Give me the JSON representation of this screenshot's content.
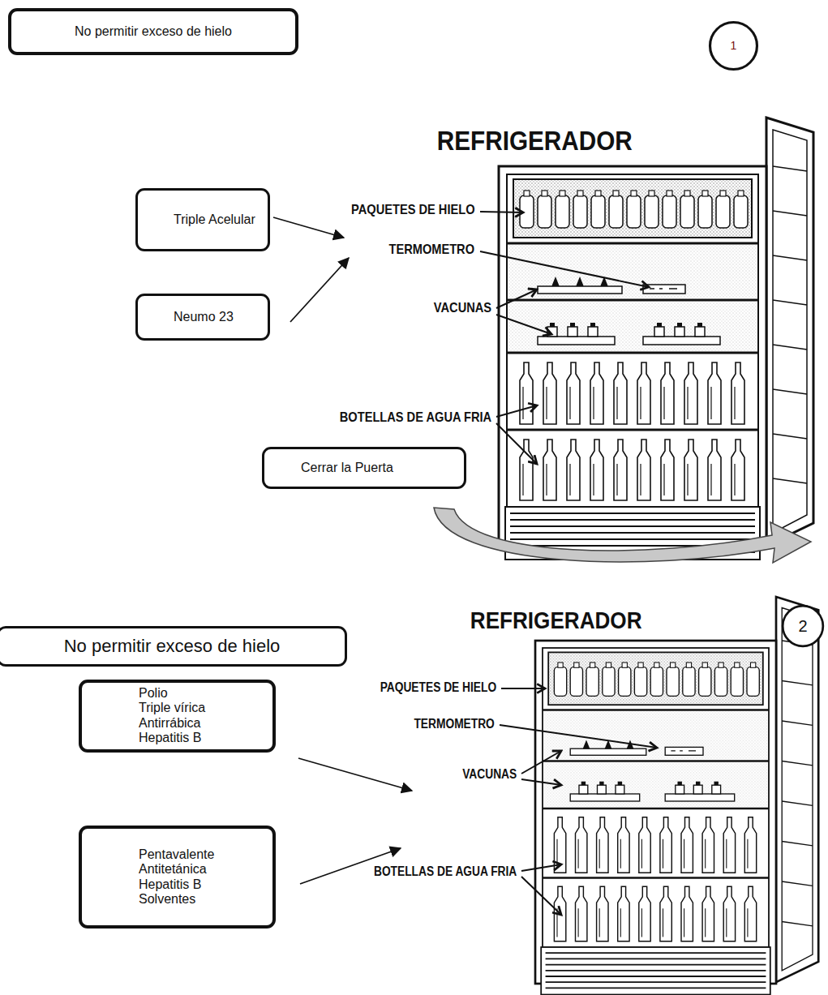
{
  "diagram": {
    "nodes": [
      {
        "text": [
          "No permitir exceso de hielo"
        ]
      },
      {
        "text": [
          "1"
        ]
      },
      {
        "text": [
          "Triple Acelular"
        ]
      },
      {
        "text": [
          "Neumo 23"
        ]
      },
      {
        "text": [
          "Cerrar la Puerta"
        ]
      },
      {
        "text": [
          "No permitir exceso de hielo"
        ]
      },
      {
        "text": [
          "2"
        ]
      },
      {
        "text": [
          "Polio",
          "Triple vírica",
          "Antirrábica",
          "Hepatitis B"
        ]
      },
      {
        "text": [
          "Pentavalente",
          "Antitetánica",
          "Hepatitis B",
          "Solventes"
        ]
      }
    ],
    "labels": [
      "REFRIGERADOR",
      "PAQUETES DE HIELO",
      "TERMOMETRO",
      "VACUNAS",
      "BOTELLAS DE AGUA FRIA",
      "REFRIGERADOR",
      "PAQUETES DE HIELO",
      "TERMOMETRO",
      "VACUNAS",
      "BOTELLAS DE AGUA FRIA"
    ]
  }
}
